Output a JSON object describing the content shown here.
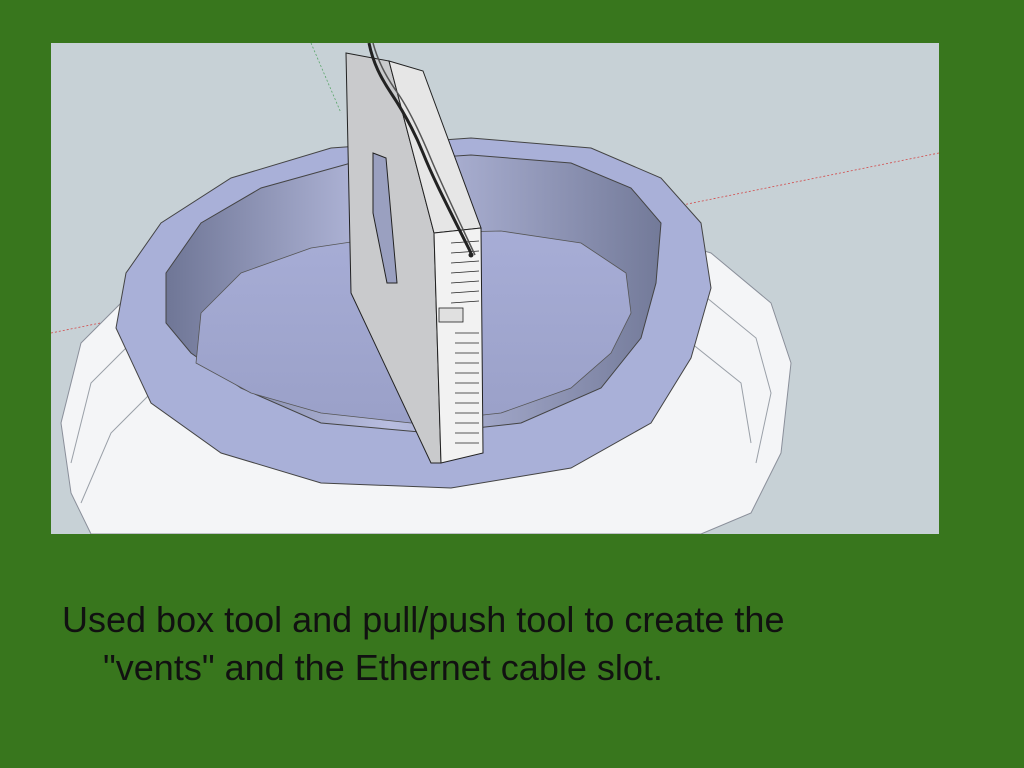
{
  "slide": {
    "background_color": "#38761d",
    "image": {
      "icon": "3d-model-render",
      "description_colors": {
        "sky": "#c7d1d6",
        "ring_inner": "#a9b1d6",
        "base": "#ffffff"
      }
    },
    "caption": {
      "line1": "Used box tool and pull/push tool to create the",
      "line2": "\"vents\" and the Ethernet cable slot."
    }
  }
}
